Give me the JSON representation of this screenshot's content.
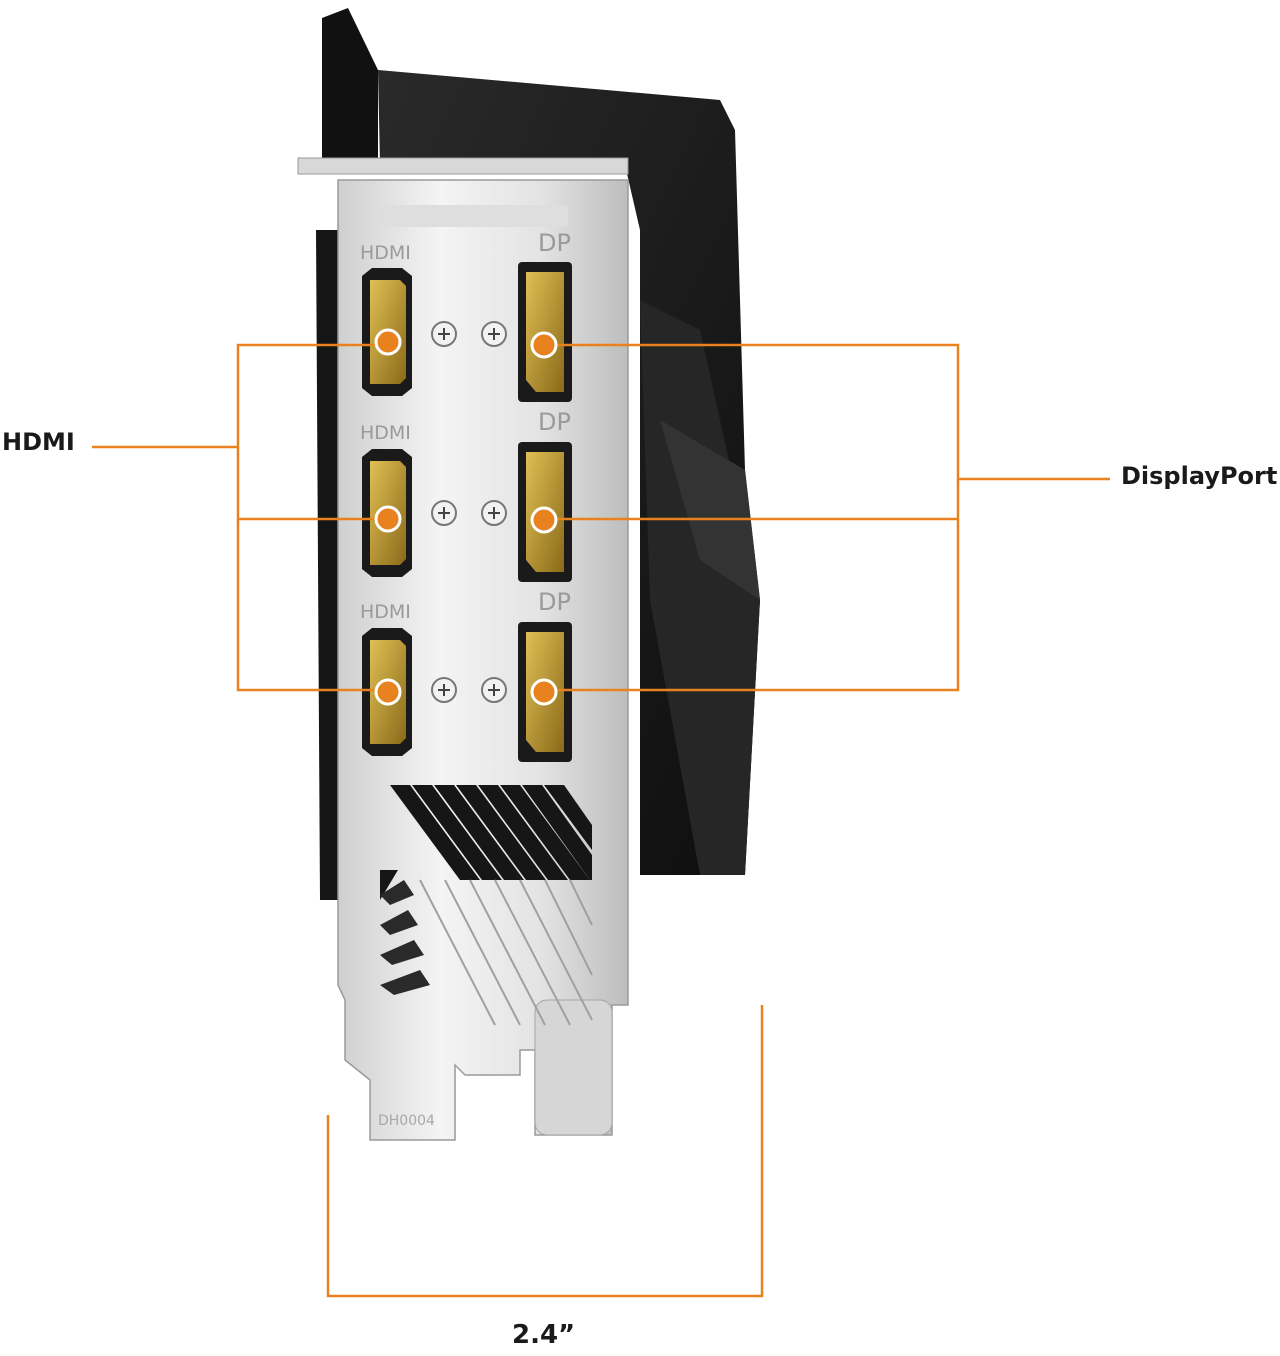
{
  "labels": {
    "hdmi": "HDMI",
    "displayport": "DisplayPort",
    "width": "2.4”"
  },
  "bracket_text": {
    "hdmi_port": "HDMI",
    "dp_port": "DP",
    "part_code": "DH0004"
  },
  "ports": {
    "hdmi_count": 3,
    "displayport_count": 3
  },
  "colors": {
    "accent": "#e8821e",
    "bracket": "#e6e6e6",
    "shroud": "#1c1c1c",
    "port_gold": "#c29a30"
  }
}
